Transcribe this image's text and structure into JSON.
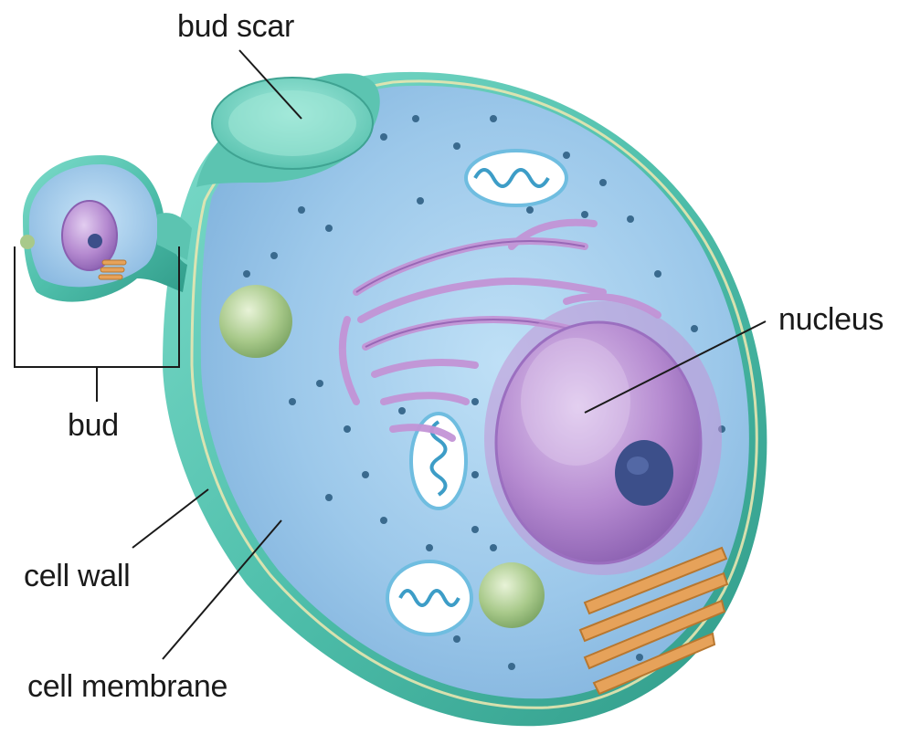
{
  "labels": {
    "bud_scar": "bud scar",
    "nucleus": "nucleus",
    "bud": "bud",
    "cell_wall": "cell wall",
    "cell_membrane": "cell membrane"
  },
  "colors": {
    "cell_wall": "#5fc9b7",
    "cytoplasm": "#9cc8ea",
    "nucleus": "#b58ad0",
    "er": "#c394d6",
    "mitochondria": "#6fbde0",
    "golgi": "#e6a25a",
    "vacuole": "#a8c98a",
    "label_text": "#1a1a1a"
  }
}
